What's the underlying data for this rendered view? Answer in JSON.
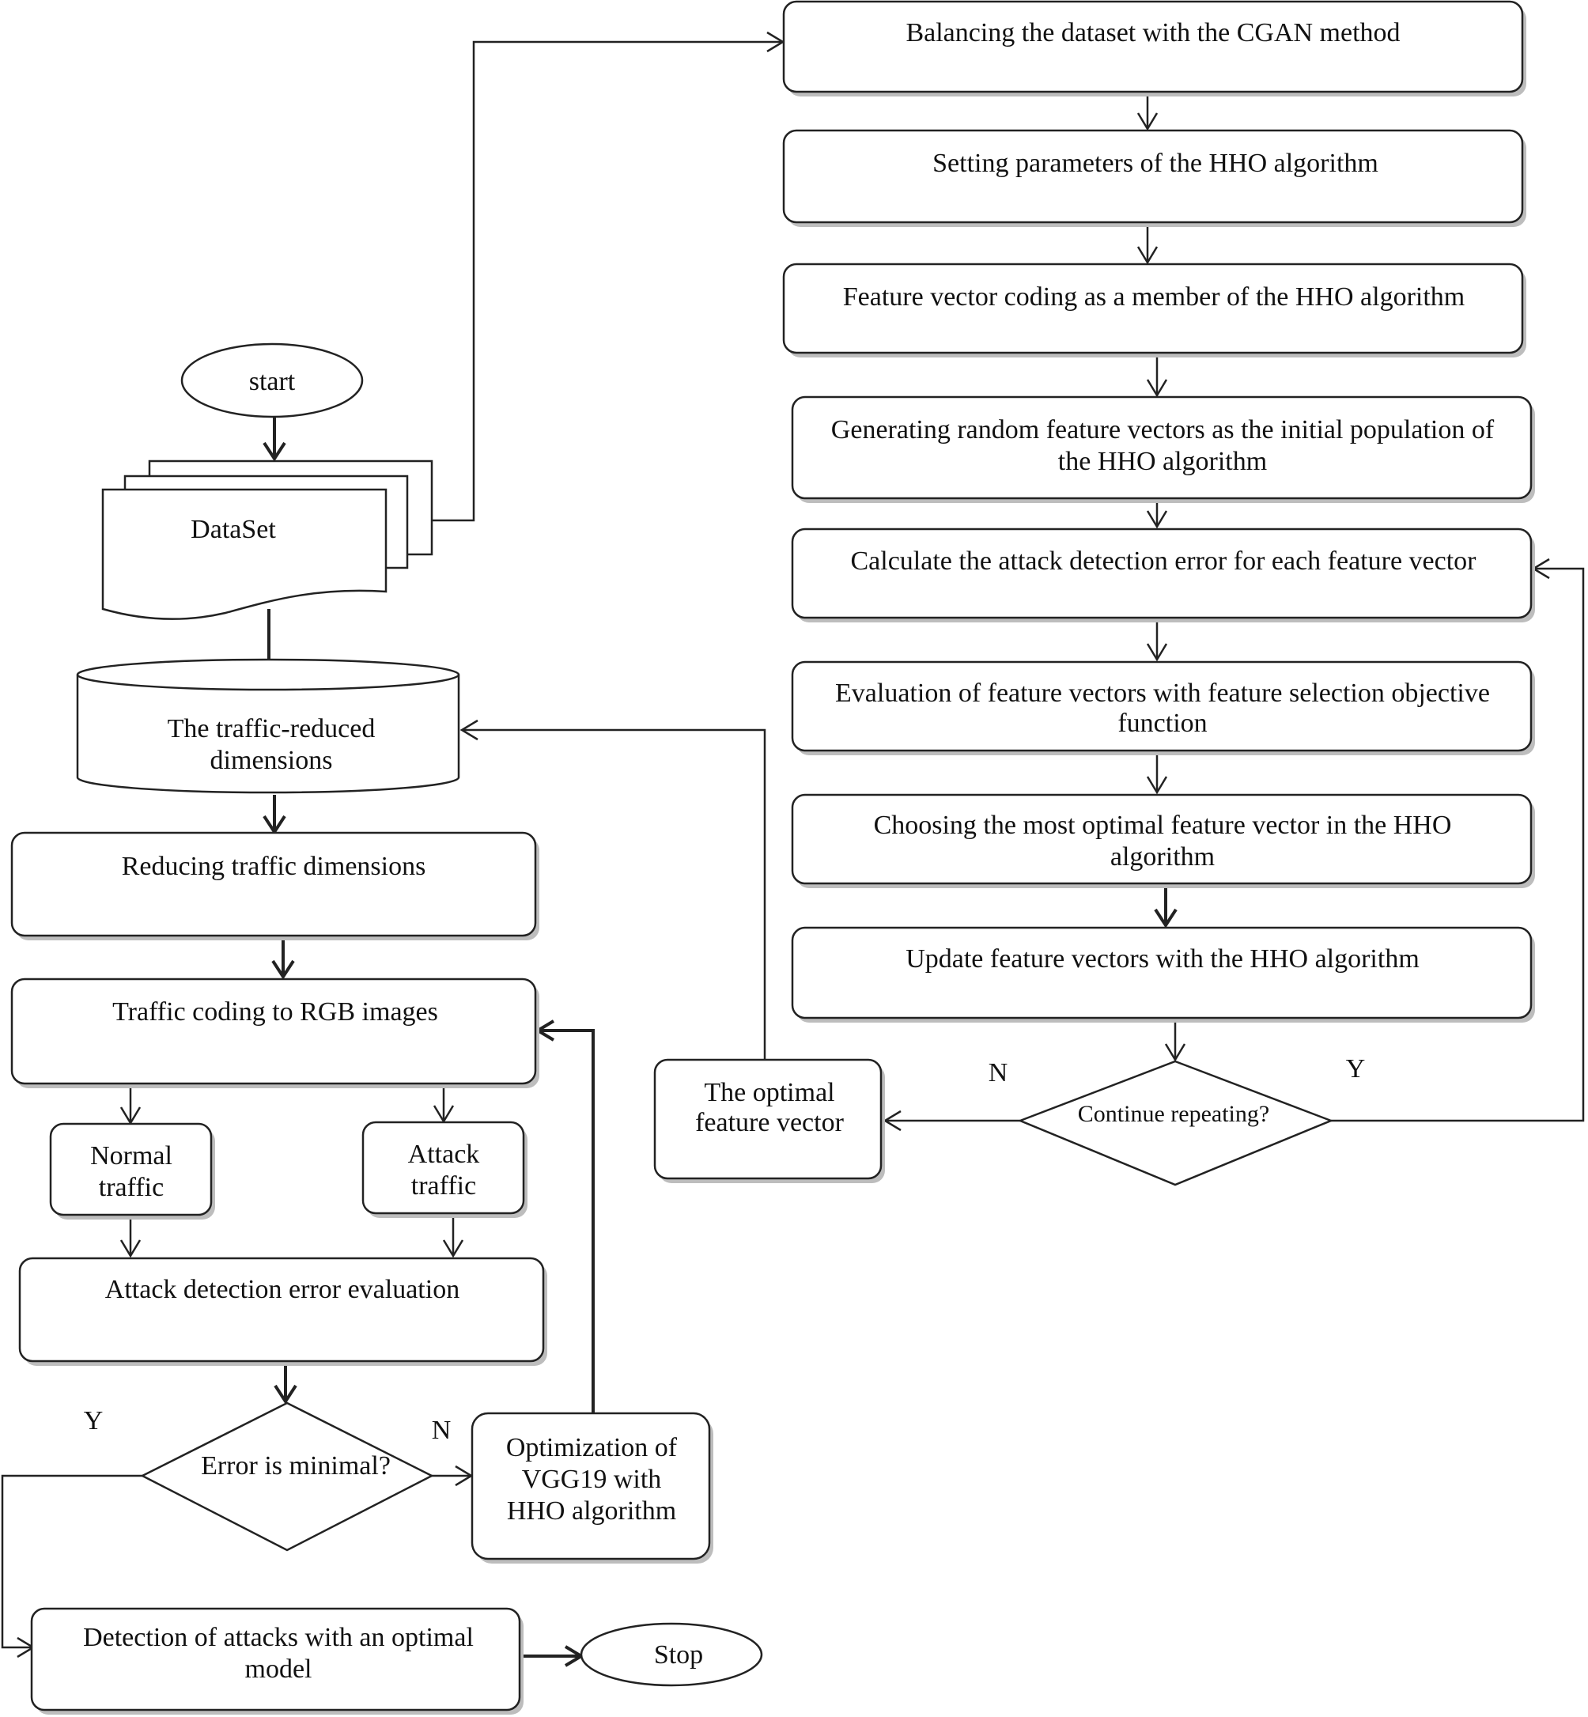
{
  "nodes": {
    "start": "start",
    "dataset": "DataSet",
    "traffic_reduced": [
      "The traffic-reduced",
      "dimensions"
    ],
    "reducing": "Reducing traffic dimensions",
    "coding_rgb": "Traffic coding to RGB images",
    "normal": [
      "Normal",
      "traffic"
    ],
    "attack": [
      "Attack",
      "traffic"
    ],
    "attack_eval": "Attack detection error evaluation",
    "error_minimal": "Error is minimal?",
    "optimize_vgg": [
      "Optimization of",
      "VGG19 with",
      "HHO algorithm"
    ],
    "detection": [
      "Detection of attacks with an optimal",
      "model"
    ],
    "stop": "Stop",
    "balancing": "Balancing the dataset with the CGAN method",
    "setting": "Setting parameters of the HHO algorithm",
    "coding_member": "Feature vector coding as a member of the HHO algorithm",
    "generating": [
      "Generating random feature vectors as the initial population of",
      "the HHO algorithm"
    ],
    "calculate": "Calculate the attack detection error for each feature vector",
    "evaluation": [
      "Evaluation of feature vectors with feature selection objective",
      "function"
    ],
    "choosing": [
      "Choosing the most optimal feature vector in the HHO",
      "algorithm"
    ],
    "update": "Update feature vectors with the HHO algorithm",
    "continue": "Continue repeating?",
    "optimal_vector": [
      "The optimal",
      "feature vector"
    ]
  },
  "edge_labels": {
    "error_yes": "Y",
    "error_no": "N",
    "continue_no": "N",
    "continue_yes": "Y"
  }
}
